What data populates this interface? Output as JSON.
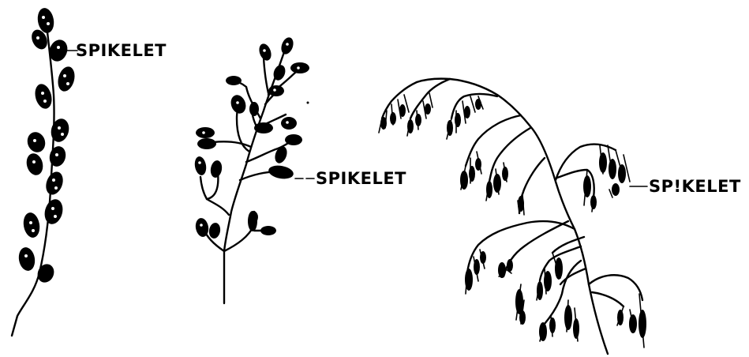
{
  "labels": {
    "left": "SPIKELET",
    "middle": "SPIKELET",
    "right": "SP!KELET"
  },
  "colors": {
    "ink": "#000000",
    "background": "#ffffff"
  }
}
